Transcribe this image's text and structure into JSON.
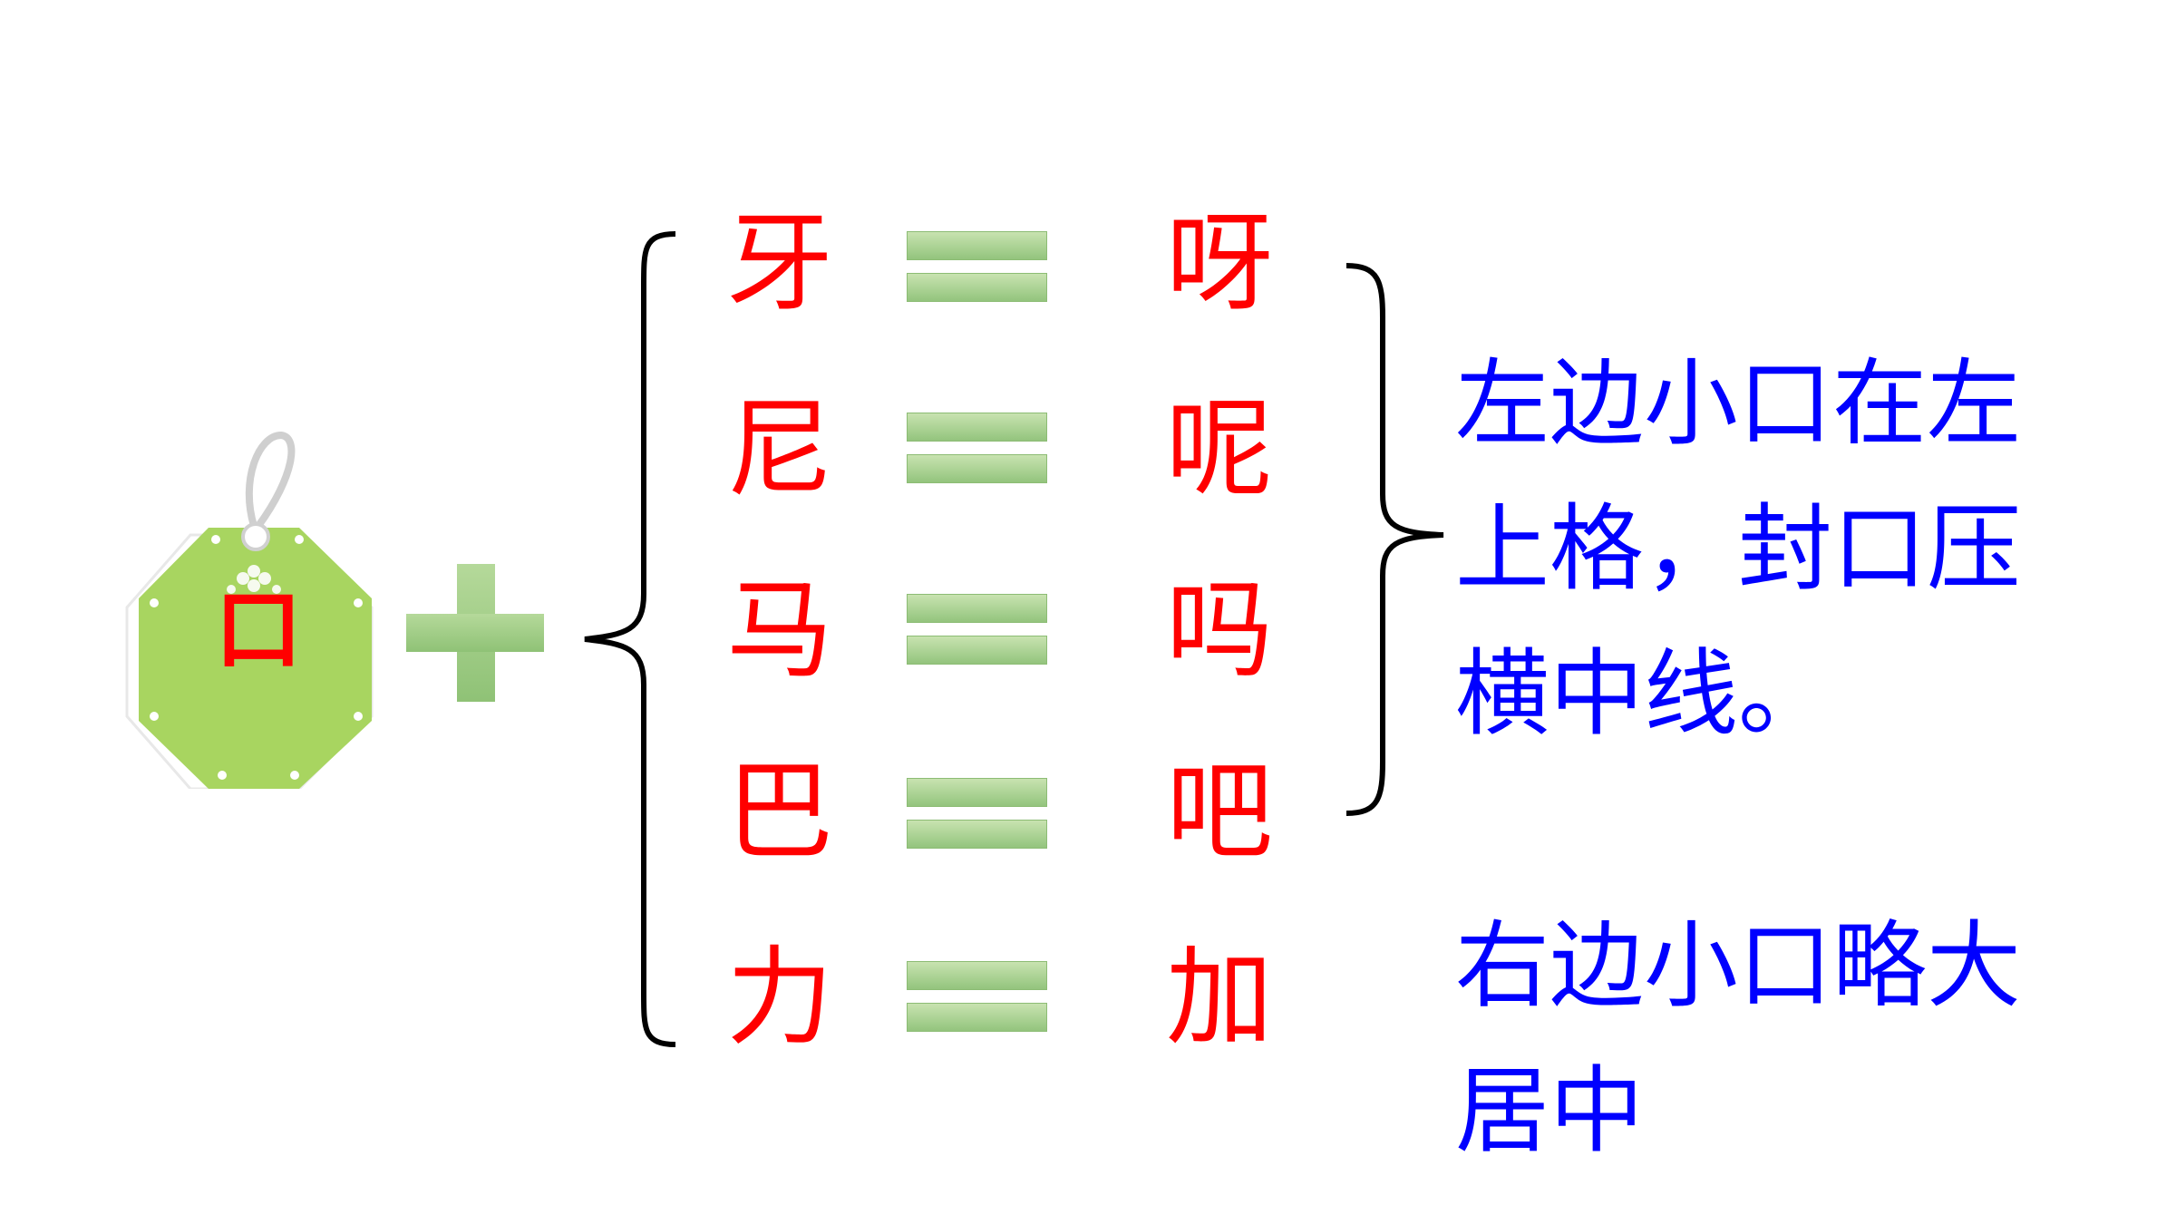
{
  "radical": {
    "char": "口"
  },
  "rows": [
    {
      "left": "牙",
      "right": "呀"
    },
    {
      "left": "尼",
      "right": "呢"
    },
    {
      "left": "马",
      "right": "吗"
    },
    {
      "left": "巴",
      "right": "吧"
    },
    {
      "left": "力",
      "right": "加"
    }
  ],
  "notes": {
    "left_mouth": [
      "左边小口在左",
      "上格，封口压",
      "横中线。"
    ],
    "right_mouth": [
      "右边小口略大",
      "居中"
    ]
  },
  "colors": {
    "char": "#ff0000",
    "note": "#0000ff",
    "tag": "#a8d560",
    "symbol": "#93c47d"
  }
}
